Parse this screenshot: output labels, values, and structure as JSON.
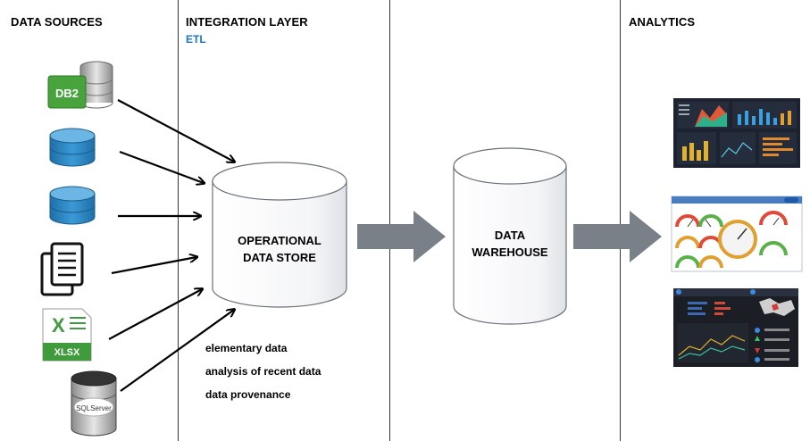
{
  "columns": {
    "data_sources": "DATA SOURCES",
    "integration_layer": "INTEGRATION LAYER",
    "integration_sub": "ETL",
    "analytics": "ANALYTICS"
  },
  "nodes": {
    "ods_line1": "OPERATIONAL",
    "ods_line2": "DATA STORE",
    "dw_line1": "DATA",
    "dw_line2": "WAREHOUSE"
  },
  "ods_notes": [
    "elementary data",
    "analysis of recent data",
    "data provenance"
  ],
  "source_icons": {
    "db2": "DB2",
    "xlsx": "XLSX",
    "xlsx_letter": "X",
    "sqlserver": "SQLServer"
  },
  "colors": {
    "etl_blue": "#1a76c2",
    "flow_arrow_gray": "#7a8088",
    "db_blue": "#2e86c1",
    "excel_green": "#3f9b3c"
  },
  "dashboards": [
    "dashboard-thumbnail-1",
    "dashboard-thumbnail-2",
    "dashboard-thumbnail-3"
  ]
}
